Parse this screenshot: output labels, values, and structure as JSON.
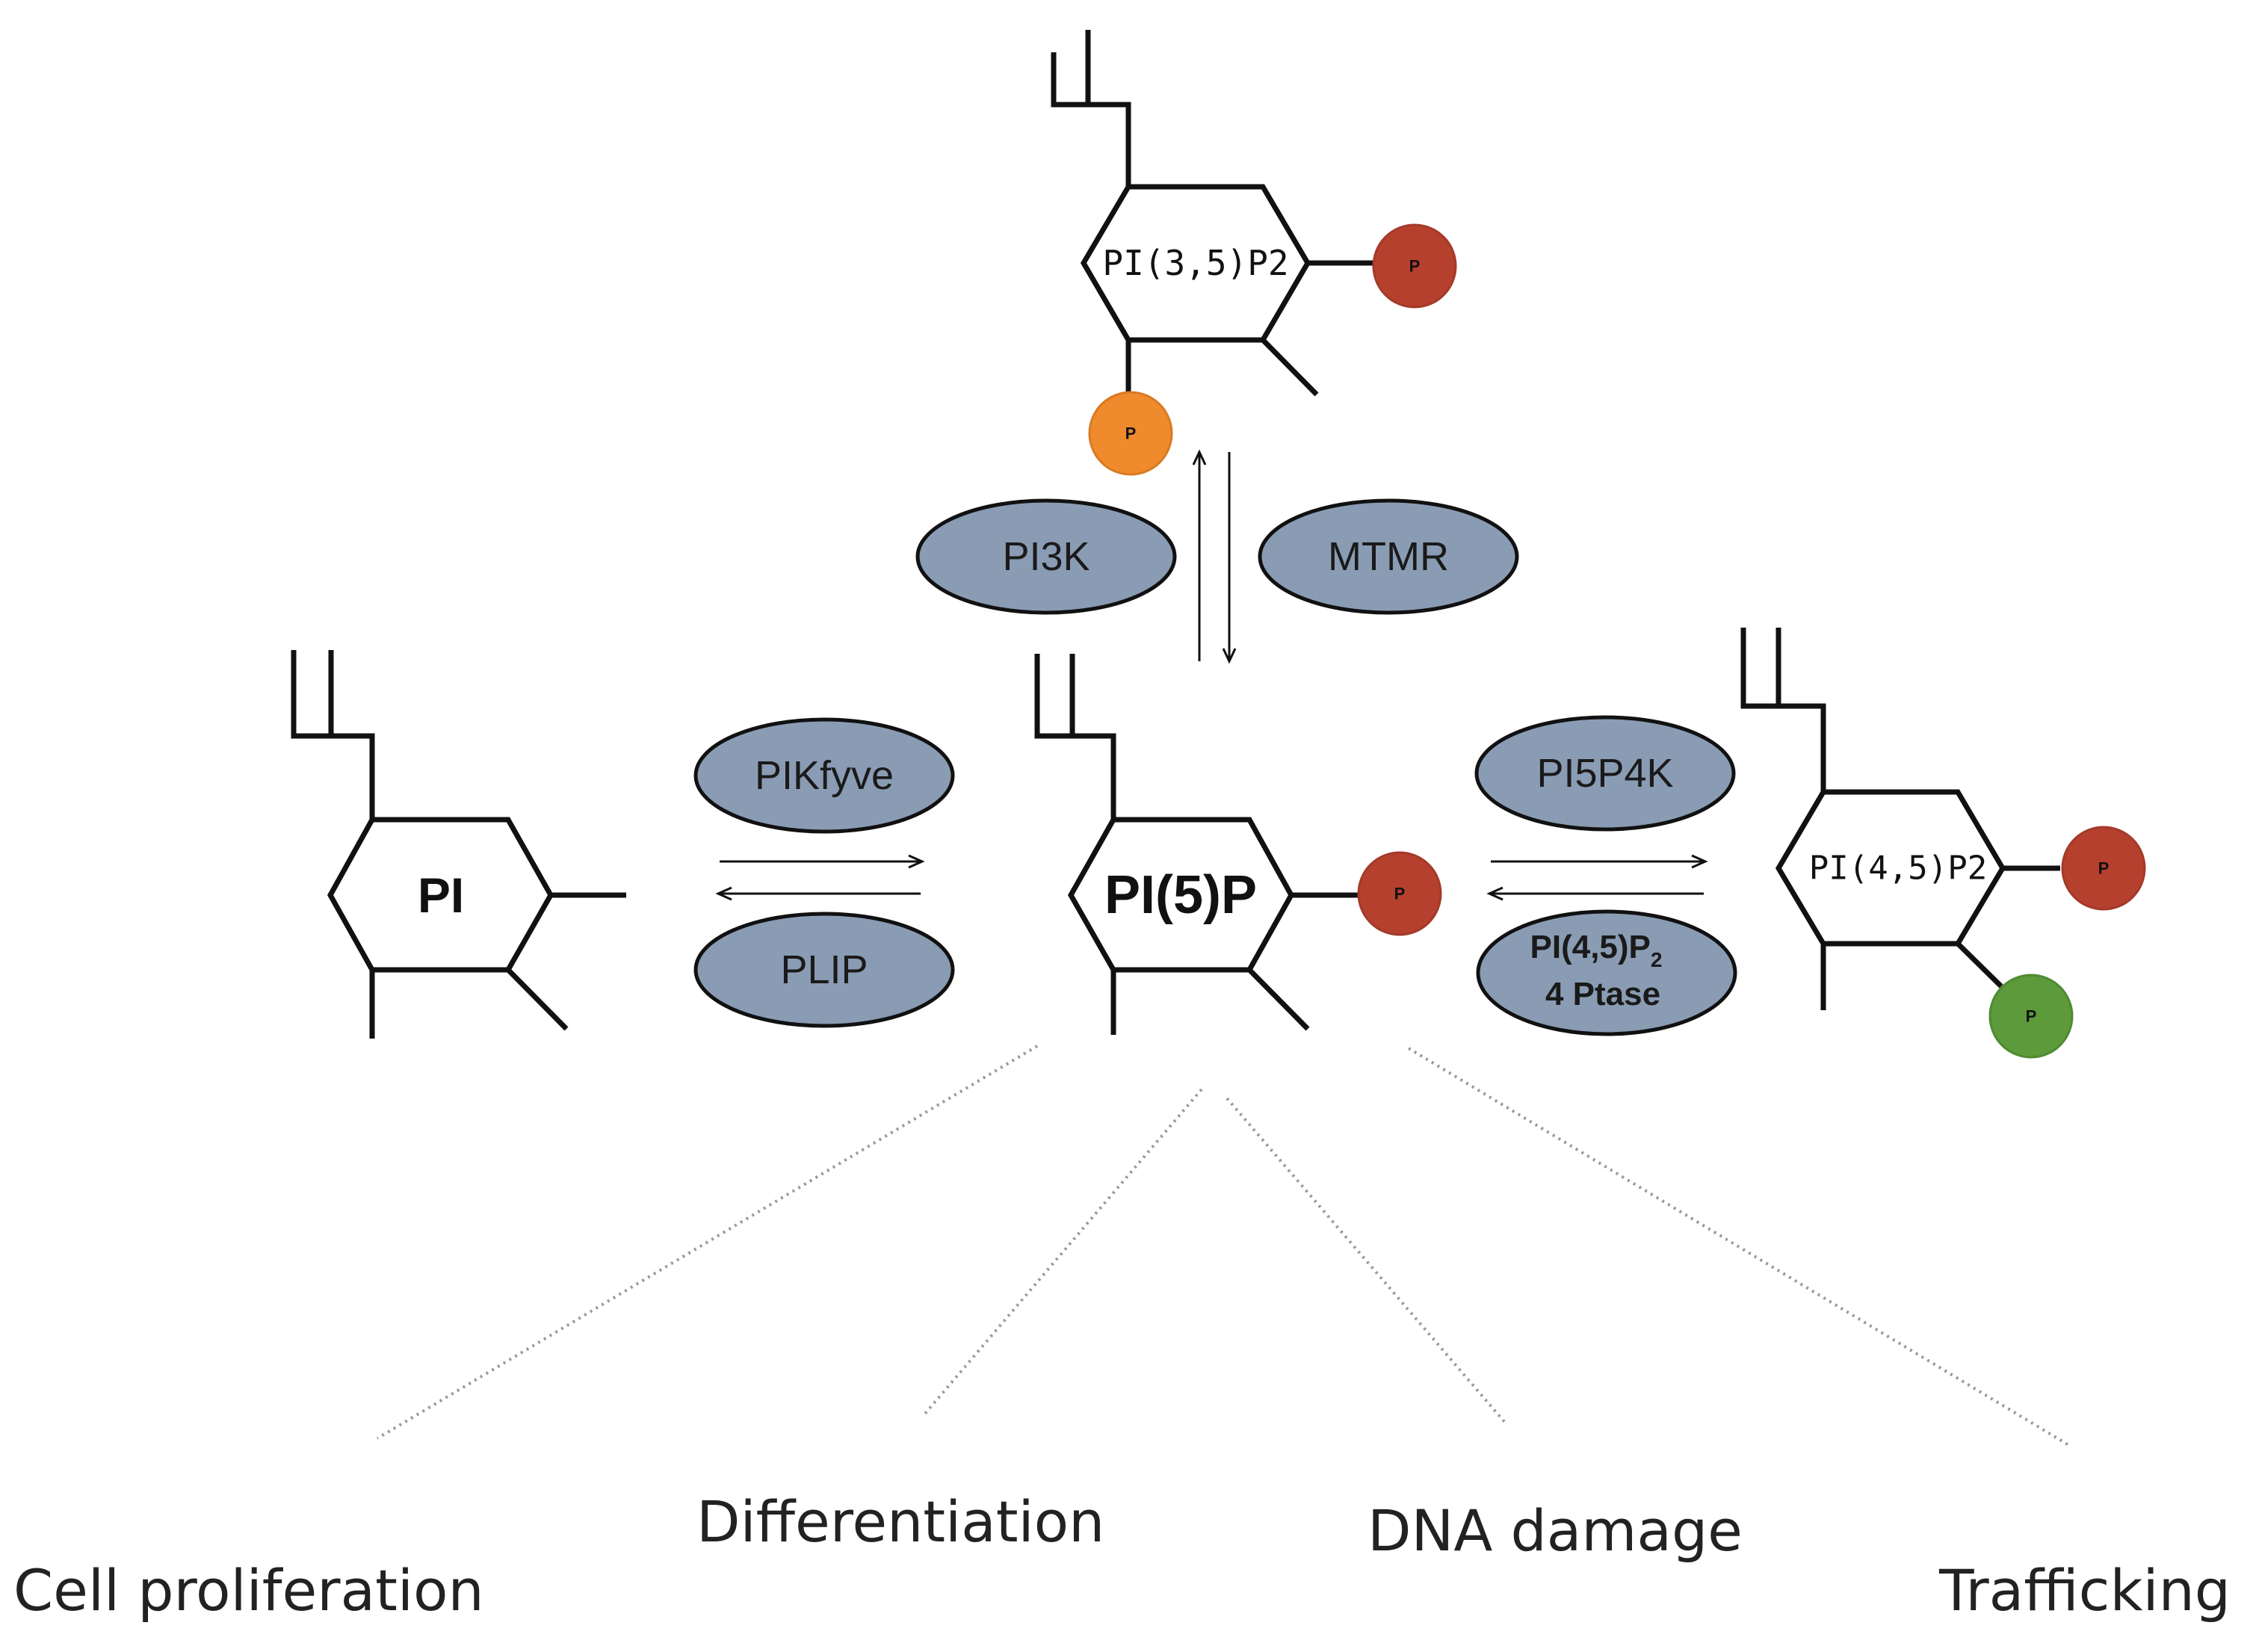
{
  "molecules": {
    "pi": "PI",
    "pi5p": "PI(5)P",
    "pi35p2": "PI(3,5)P2",
    "pi45p2": "PI(4,5)P2"
  },
  "enzymes": {
    "pikfyve": "PIKfyve",
    "plip": "PLIP",
    "pi3k": "PI3K",
    "mtmr": "MTMR",
    "pi5p4k": "PI5P4K",
    "ptase_line1": "PI(4,5)P",
    "ptase_sub": "2",
    "ptase_line2": "4 Ptase"
  },
  "phosphate_label": "P",
  "colors": {
    "phosphate_red": "#b5402e",
    "phosphate_orange": "#ef8a2d",
    "phosphate_green": "#5c9a3c",
    "enzyme_fill": "#8a9cb4"
  },
  "outcomes": {
    "cell_proliferation": "Cell proliferation",
    "differentiation": "Differentiation",
    "dna_damage": "DNA damage",
    "trafficking": "Trafficking"
  }
}
